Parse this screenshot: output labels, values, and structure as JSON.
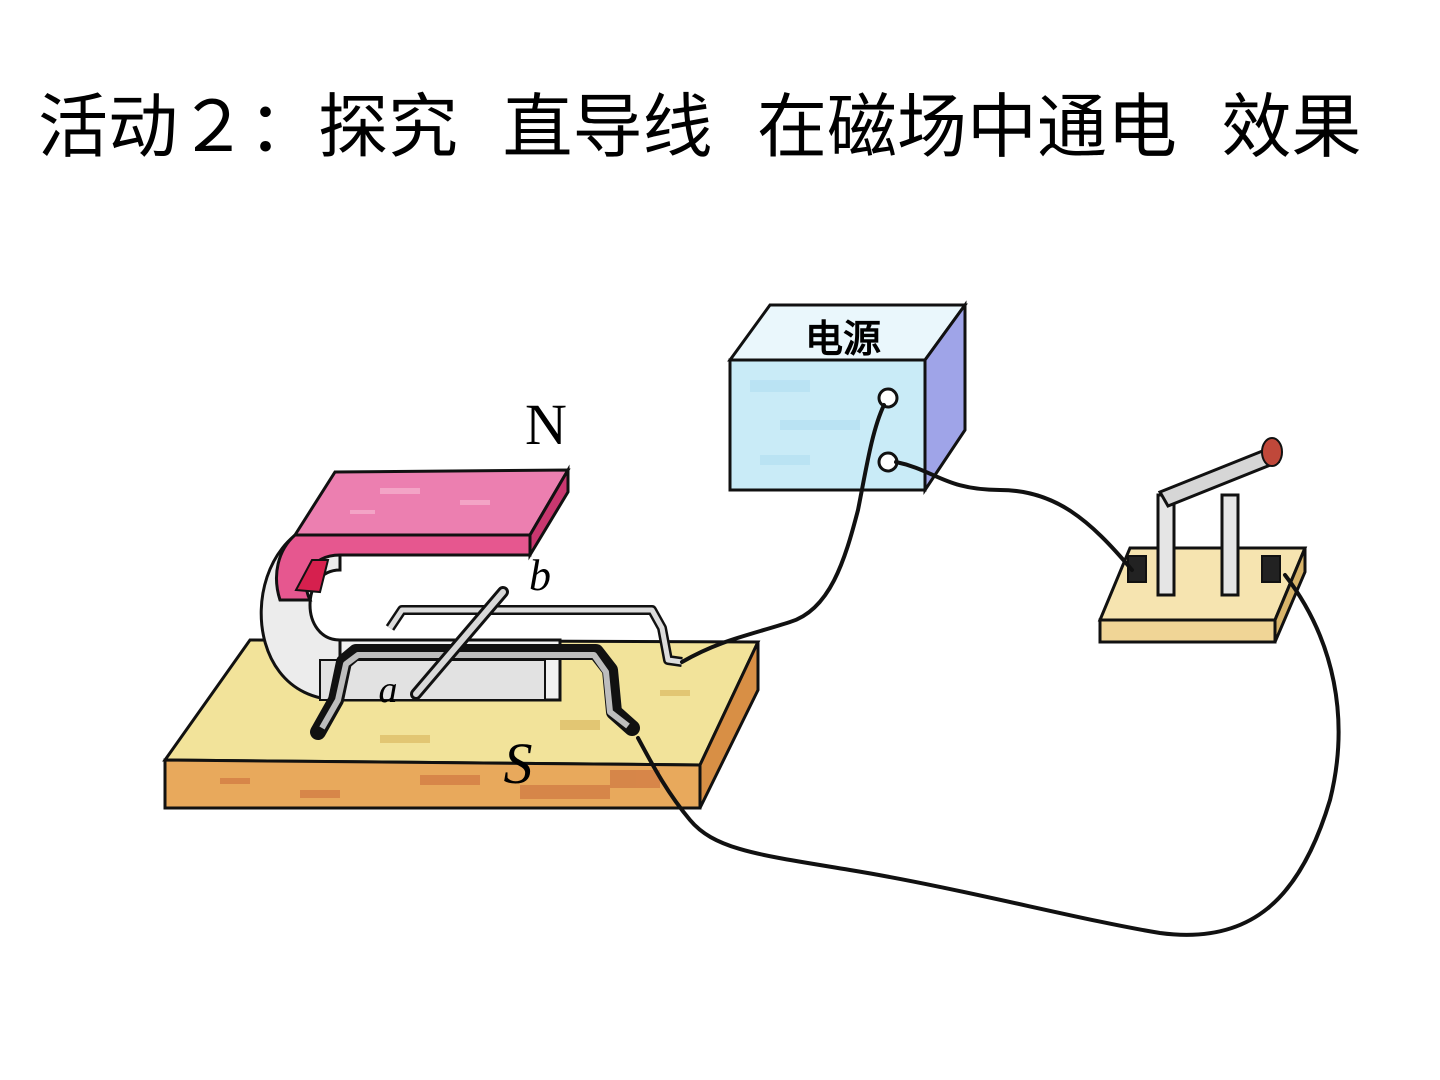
{
  "slide": {
    "title": "活动２：探究  直导线  在磁场中通电  效果"
  },
  "diagram": {
    "power_supply_label": "电源",
    "magnet_north_label": "N",
    "magnet_south_label": "S",
    "rod_end_a_label": "a",
    "rod_end_b_label": "b"
  },
  "colors": {
    "magnet_pink": "#e6578f",
    "magnet_side": "#c9376f",
    "base_top": "#f2e39a",
    "base_front": "#e8a95c",
    "power_front": "#c9ebf7",
    "power_side": "#9fa4e8",
    "switch_base": "#f6e4b0",
    "wire": "#111111"
  }
}
